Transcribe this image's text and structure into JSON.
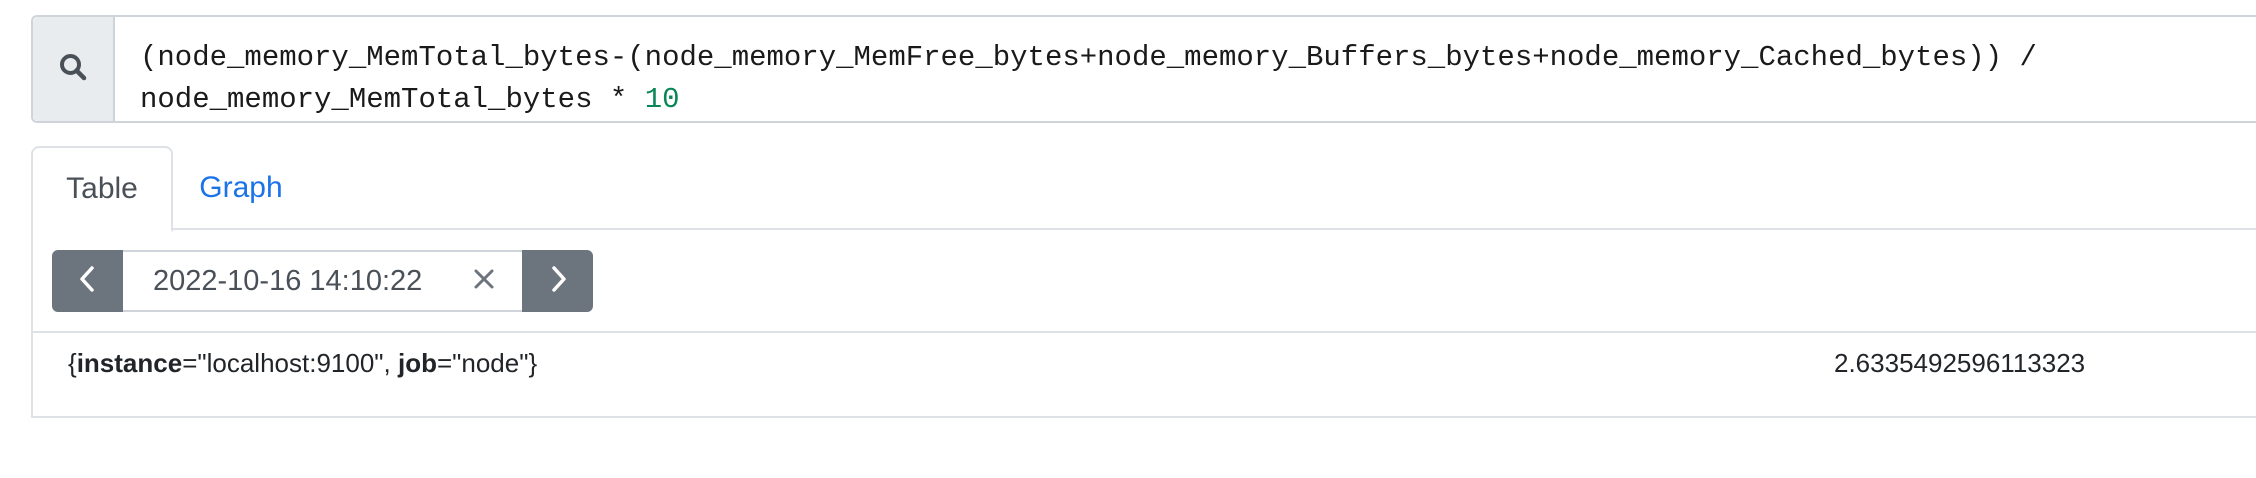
{
  "query": {
    "expression_line1": "(node_memory_MemTotal_bytes-(node_memory_MemFree_bytes+node_memory_Buffers_bytes+node_memory_Cached_bytes)) /",
    "expression_line2_prefix": "node_memory_MemTotal_bytes * ",
    "expression_line2_number": "10",
    "icon": "search-icon"
  },
  "tabs": [
    {
      "label": "Table",
      "active": true
    },
    {
      "label": "Graph",
      "active": false
    }
  ],
  "time_nav": {
    "prev_icon": "chevron-left-icon",
    "next_icon": "chevron-right-icon",
    "clear_icon": "close-icon",
    "evaluation_time": "2022-10-16 14:10:22"
  },
  "result": {
    "label_open": "{",
    "label_key1": "instance",
    "label_eq1": "=\"localhost:9100\", ",
    "label_key2": "job",
    "label_eq2": "=\"node\"}",
    "value": "2.6335492596113323"
  },
  "colors": {
    "accent": "#1a73e8",
    "nav_button": "#6c757d",
    "number_literal": "#098658",
    "border": "#dee2e6"
  }
}
